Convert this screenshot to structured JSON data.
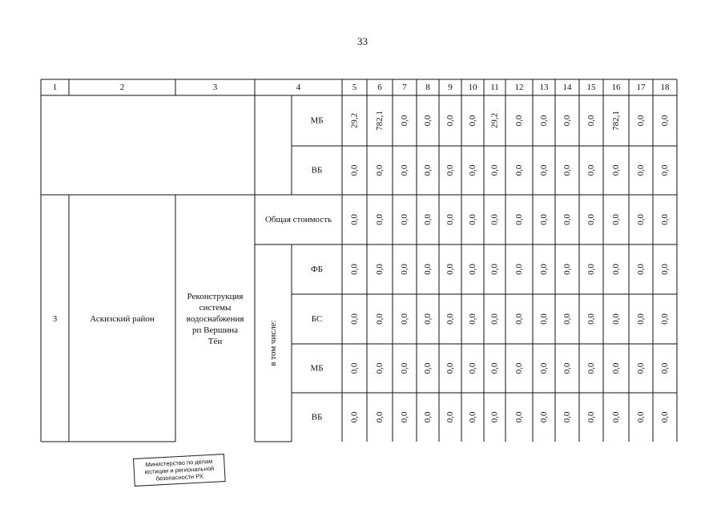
{
  "page_number": "33",
  "table": {
    "header_numbers": [
      "1",
      "2",
      "3",
      "4",
      "5",
      "6",
      "7",
      "8",
      "9",
      "10",
      "11",
      "12",
      "13",
      "14",
      "15",
      "16",
      "17",
      "18"
    ],
    "continued_block": {
      "rows": [
        {
          "fund": "МБ",
          "values": [
            "29,2",
            "782,1",
            "0,0",
            "0,0",
            "0,0",
            "0,0",
            "29,2",
            "0,0",
            "0,0",
            "0,0",
            "0,0",
            "782,1",
            "0,0",
            "0,0"
          ]
        },
        {
          "fund": "ВБ",
          "values": [
            "0,0",
            "0,0",
            "0,0",
            "0,0",
            "0,0",
            "0,0",
            "0,0",
            "0,0",
            "0,0",
            "0,0",
            "0,0",
            "0,0",
            "0,0",
            "0,0"
          ]
        }
      ]
    },
    "project": {
      "number": "3",
      "district": "Аскизский район",
      "object_lines": [
        "Реконструкция",
        "системы",
        "водоснабжения",
        "рп Вершина",
        "Тёи"
      ],
      "total_label": "Общая стоимость",
      "total_values": [
        "0,0",
        "0,0",
        "0,0",
        "0,0",
        "0,0",
        "0,0",
        "0,0",
        "0,0",
        "0,0",
        "0,0",
        "0,0",
        "0,0",
        "0,0",
        "0,0"
      ],
      "including_label": "в том числе:",
      "rows": [
        {
          "fund": "ФБ",
          "values": [
            "0,0",
            "0,0",
            "0,0",
            "0,0",
            "0,0",
            "0,0",
            "0,0",
            "0,0",
            "0,0",
            "0,0",
            "0,0",
            "0,0",
            "0,0",
            "0,0"
          ]
        },
        {
          "fund": "БС",
          "values": [
            "0,0",
            "0,0",
            "0,0",
            "0,0",
            "0,0",
            "0,0",
            "0,0",
            "0,0",
            "0,0",
            "0,0",
            "0,0",
            "0,0",
            "0,0",
            "0,0"
          ]
        },
        {
          "fund": "МБ",
          "values": [
            "0,0",
            "0,0",
            "0,0",
            "0,0",
            "0,0",
            "0,0",
            "0,0",
            "0,0",
            "0,0",
            "0,0",
            "0,0",
            "0,0",
            "0,0",
            "0,0"
          ]
        },
        {
          "fund": "ВБ",
          "values": [
            "0,0",
            "0,0",
            "0,0",
            "0,0",
            "0,0",
            "0,0",
            "0,0",
            "0,0",
            "0,0",
            "0,0",
            "0,0",
            "0,0",
            "0,0",
            "0,0"
          ]
        }
      ]
    }
  },
  "stamp": {
    "lines": [
      "Министерство по делам",
      "юстиции и региональной",
      "безопасности РХ"
    ]
  }
}
